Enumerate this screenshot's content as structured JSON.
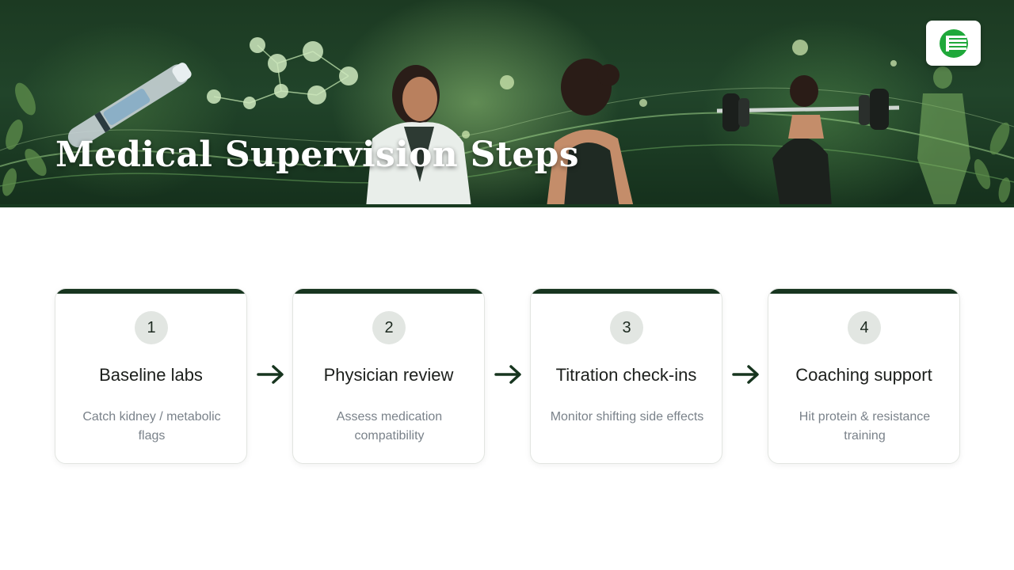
{
  "hero": {
    "title": "Medical Supervision Steps"
  },
  "logo": {
    "icon": "brand-logo-icon",
    "color": "#1fa83a"
  },
  "colors": {
    "accent_dark": "#17351f",
    "card_border": "#e2e5e1",
    "muted_text": "#7a828a"
  },
  "steps": [
    {
      "number": "1",
      "title": "Baseline labs",
      "description": "Catch kidney / metabolic flags"
    },
    {
      "number": "2",
      "title": "Physician review",
      "description": "Assess medication compatibility"
    },
    {
      "number": "3",
      "title": "Titration check-ins",
      "description": "Monitor shifting side effects"
    },
    {
      "number": "4",
      "title": "Coaching support",
      "description": "Hit protein & resistance training"
    }
  ],
  "connector_icon": "arrow-right-icon"
}
